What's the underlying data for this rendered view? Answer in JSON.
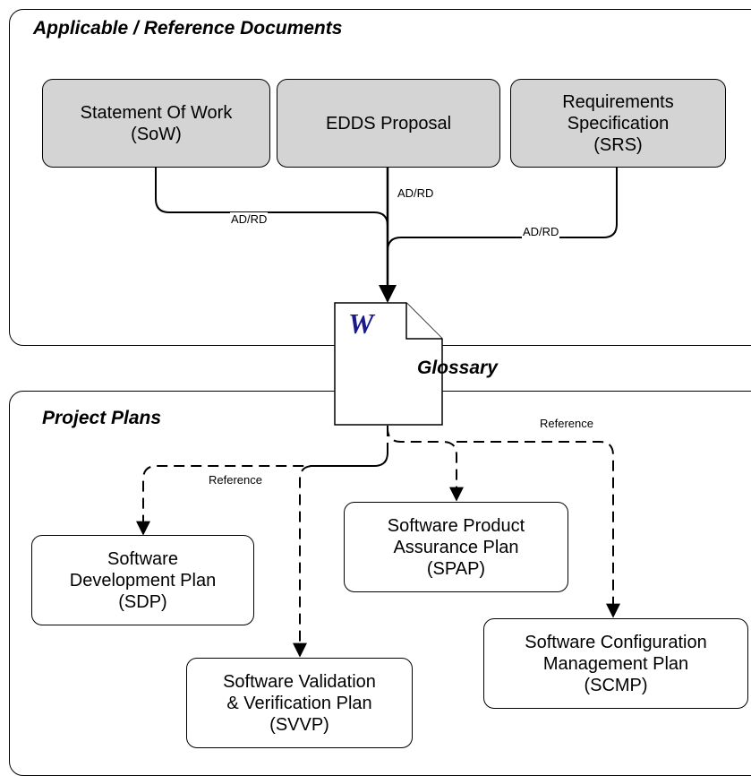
{
  "groups": {
    "applicable": {
      "title": "Applicable / Reference Documents"
    },
    "plans": {
      "title": "Project Plans"
    }
  },
  "documents": {
    "sow": [
      "Statement Of Work",
      "(SoW)"
    ],
    "edds": [
      "EDDS Proposal"
    ],
    "srs": [
      "Requirements",
      "Specification",
      "(SRS)"
    ]
  },
  "plans": {
    "sdp": [
      "Software",
      "Development Plan",
      "(SDP)"
    ],
    "spap": [
      "Software Product",
      "Assurance Plan",
      "(SPAP)"
    ],
    "svvp": [
      "Software Validation",
      "& Verification Plan",
      "(SVVP)"
    ],
    "scmp": [
      "Software Configuration",
      "Management Plan",
      "(SCMP)"
    ]
  },
  "glossary": {
    "label": "Glossary",
    "icon_letter": "W",
    "icon": "word-document-icon"
  },
  "edges": {
    "sow_label": "AD/RD",
    "edds_label": "AD/RD",
    "srs_label": "AD/RD",
    "ref_left_label": "Reference",
    "ref_right_label": "Reference"
  },
  "colors": {
    "doc_fill": "#d4d4d4",
    "word_icon": "#1a1a8c"
  }
}
